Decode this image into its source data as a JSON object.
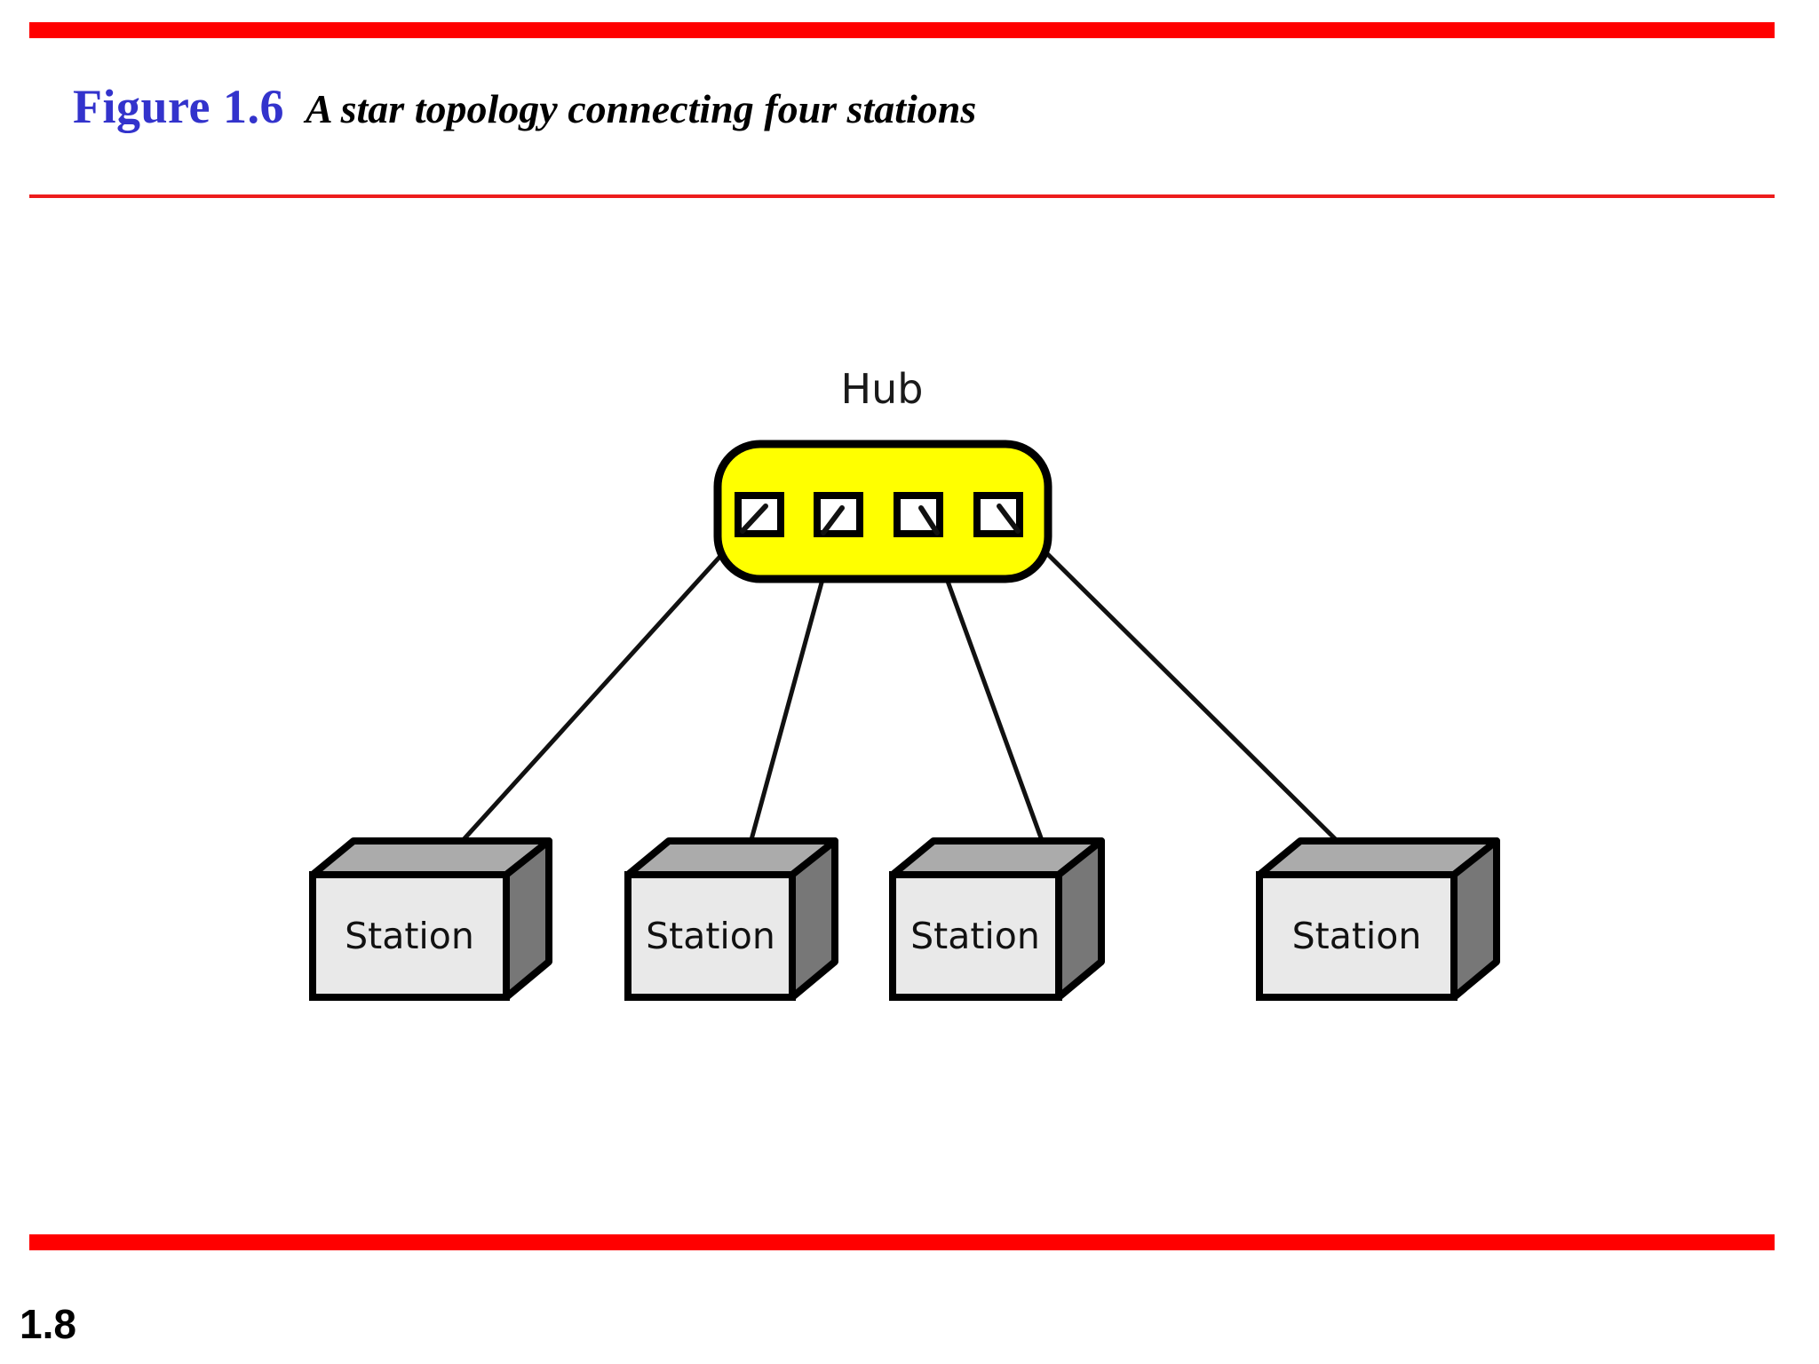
{
  "page": {
    "background": "#ffffff",
    "slide_number": "1.8",
    "rule_color": "#FF0000",
    "thin_rule_color": "#ED1C1C"
  },
  "header": {
    "figure_label": "Figure 1.6",
    "figure_label_color": "#3333CC",
    "caption": "A star topology connecting four stations",
    "caption_color": "#000000"
  },
  "diagram": {
    "type": "network-topology",
    "topology": "star",
    "hub": {
      "label": "Hub",
      "fill": "#FFFF00",
      "stroke": "#000000",
      "port_fill": "#FFFFFF",
      "port_count": 4,
      "ports": [
        "port-1",
        "port-2",
        "port-3",
        "port-4"
      ]
    },
    "link_color": "#000000",
    "stations": [
      {
        "label": "Station",
        "face_fill": "#E8E8E8",
        "top_fill": "#AAAAAA",
        "side_fill": "#777777",
        "connected_port": "port-1"
      },
      {
        "label": "Station",
        "face_fill": "#E8E8E8",
        "top_fill": "#AAAAAA",
        "side_fill": "#777777",
        "connected_port": "port-2"
      },
      {
        "label": "Station",
        "face_fill": "#E8E8E8",
        "top_fill": "#AAAAAA",
        "side_fill": "#777777",
        "connected_port": "port-3"
      },
      {
        "label": "Station",
        "face_fill": "#E8E8E8",
        "top_fill": "#AAAAAA",
        "side_fill": "#777777",
        "connected_port": "port-4"
      }
    ]
  }
}
